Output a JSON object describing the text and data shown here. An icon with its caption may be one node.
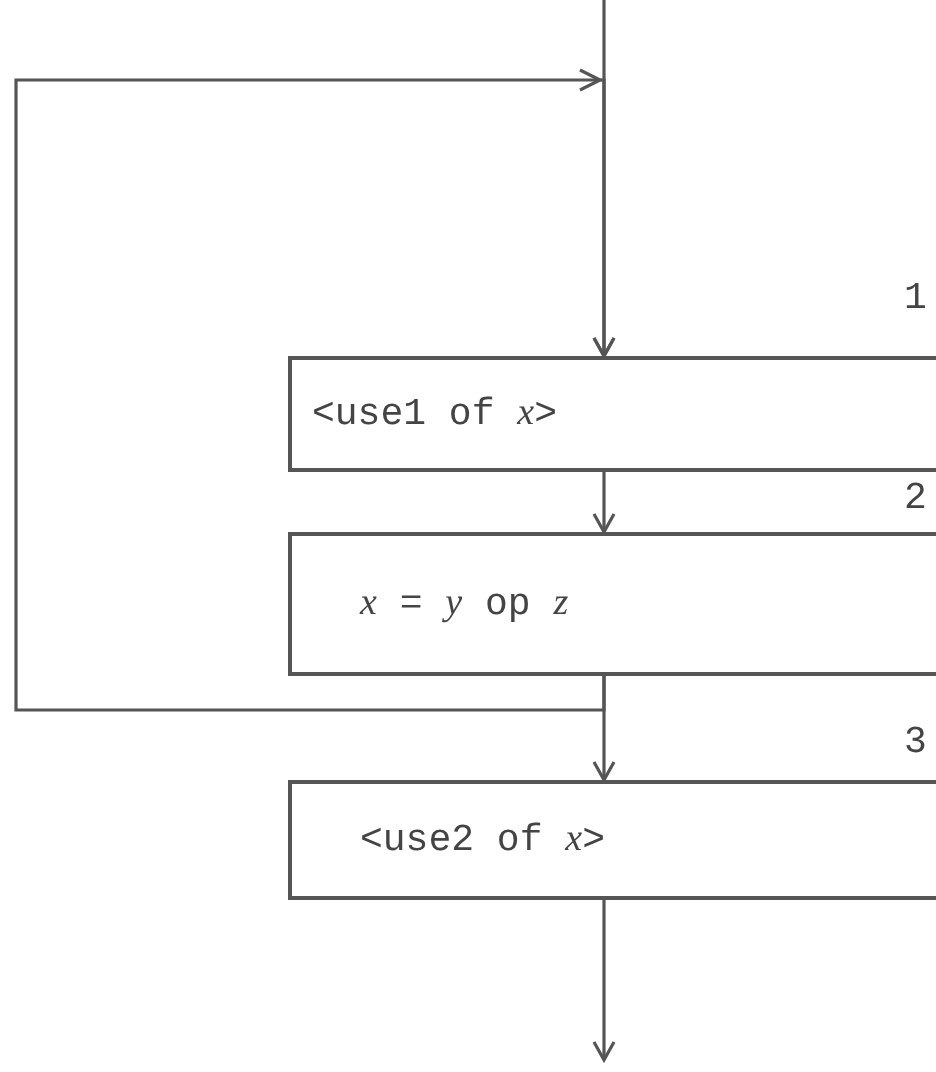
{
  "diagram": {
    "nodes": [
      {
        "text": [
          "<use1 of *x*>"
        ],
        "beside": [
          "1"
        ]
      },
      {
        "text": [
          "*x* = *y* op *z*"
        ],
        "beside": [
          "2"
        ]
      },
      {
        "text": [
          "<use2 of *x*>"
        ],
        "beside": [
          "3"
        ]
      }
    ],
    "edges": [
      {
        "from": null,
        "to": 0,
        "arrow": "to"
      },
      {
        "from": 0,
        "to": 1,
        "arrow": "to"
      },
      {
        "from": 1,
        "to": 0,
        "arrow": "to"
      },
      {
        "from": 1,
        "to": 2,
        "arrow": "to"
      },
      {
        "from": 2,
        "to": null,
        "arrow": "to"
      }
    ]
  }
}
